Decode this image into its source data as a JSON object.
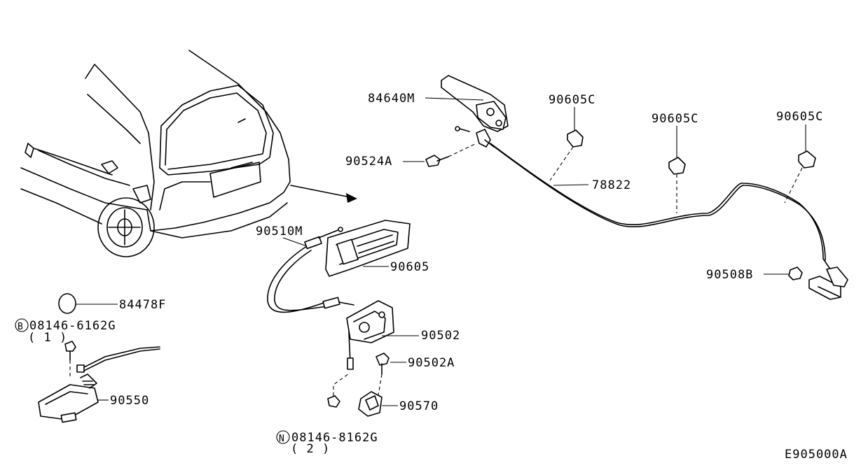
{
  "diagram": {
    "code": "E905000A",
    "parts": {
      "p84640M": "84640M",
      "p90605C_1": "90605C",
      "p90605C_2": "90605C",
      "p90605C_3": "90605C",
      "p90524A": "90524A",
      "p78822": "78822",
      "p90510M": "90510M",
      "p90605": "90605",
      "p90508B": "90508B",
      "p84478F": "84478F",
      "p08146_6162G": "08146-6162G",
      "p08146_6162G_qty": "( 1 )",
      "p08146_6162G_prefix": "B",
      "p90502": "90502",
      "p90502A": "90502A",
      "p90550": "90550",
      "p90570": "90570",
      "p08146_8162G": "08146-8162G",
      "p08146_8162G_qty": "( 2 )",
      "p08146_8162G_prefix": "N"
    }
  }
}
